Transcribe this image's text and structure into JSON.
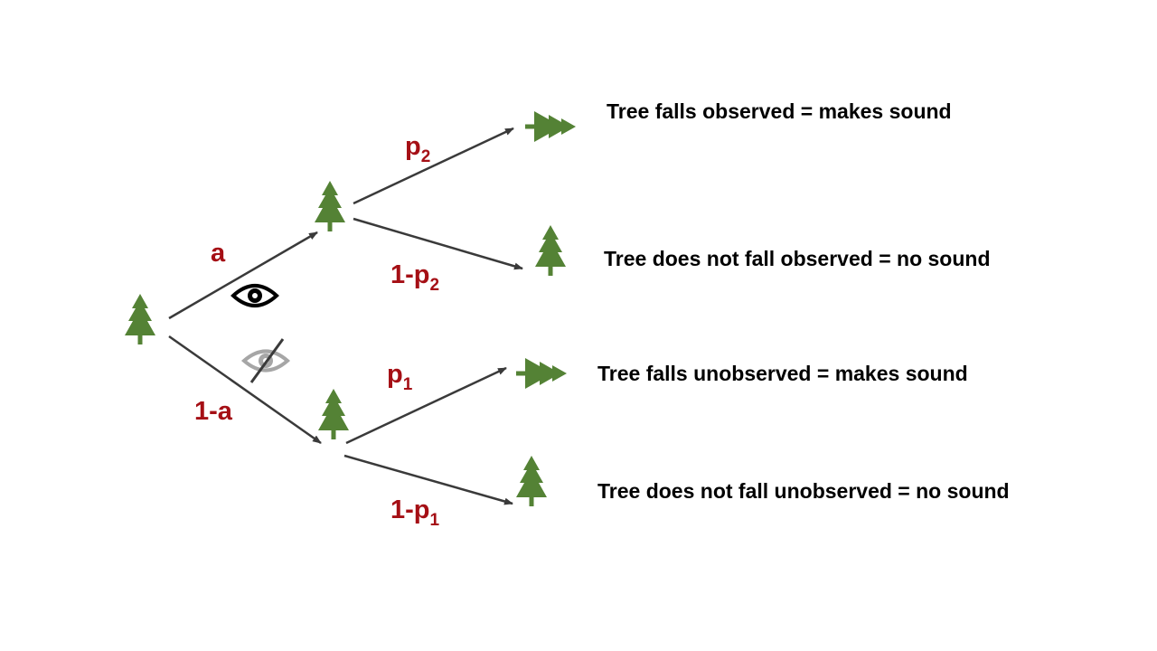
{
  "colors": {
    "tree": "#548235",
    "label": "#a50f15",
    "arrow": "#3a3a3a",
    "text": "#000000",
    "eye_observed": "#000000",
    "eye_unobserved": "#a6a6a6"
  },
  "branches": {
    "observed": {
      "label": "a"
    },
    "unobserved": {
      "label": "1-a"
    },
    "observed_falls": {
      "base": "p",
      "sub": "2"
    },
    "observed_not_falls": {
      "base": "1-p",
      "sub": "2"
    },
    "unobserved_falls": {
      "base": "p",
      "sub": "1"
    },
    "unobserved_not_falls": {
      "base": "1-p",
      "sub": "1"
    }
  },
  "outcomes": [
    {
      "text": "Tree falls observed = makes sound",
      "icon": "fallen-tree-icon"
    },
    {
      "text": "Tree does not fall observed = no sound",
      "icon": "standing-tree-icon"
    },
    {
      "text": "Tree falls unobserved = makes sound",
      "icon": "fallen-tree-icon"
    },
    {
      "text": "Tree does not fall unobserved = no sound",
      "icon": "standing-tree-icon"
    }
  ],
  "icons": {
    "observed": "eye-icon",
    "unobserved": "eye-slashed-icon"
  }
}
